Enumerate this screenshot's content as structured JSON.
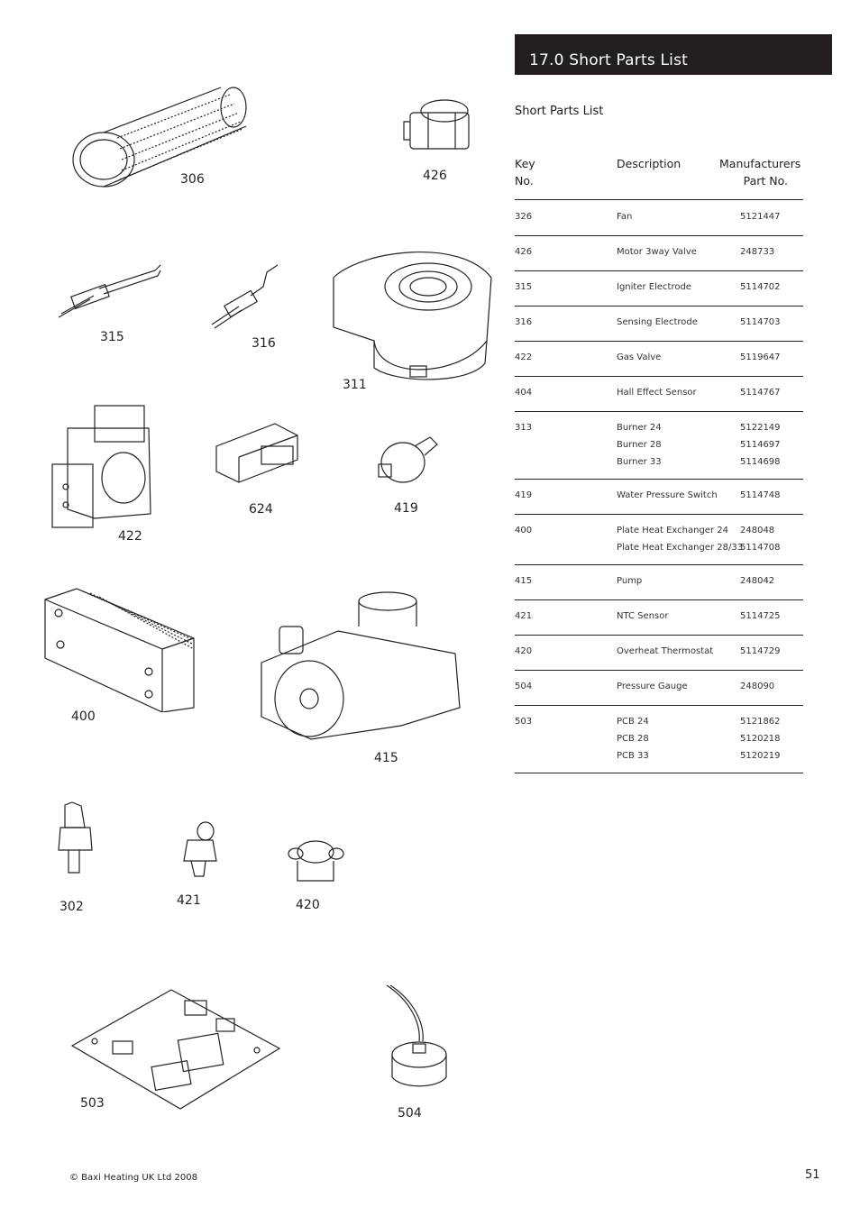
{
  "header": {
    "title": "17.0 Short Parts List"
  },
  "section": {
    "subtitle": "Short Parts List"
  },
  "table": {
    "headers": {
      "key_line1": "Key",
      "key_line2": "No.",
      "desc": "Description",
      "part_line1": "Manufacturers",
      "part_line2": "Part No."
    },
    "rows": [
      {
        "key": "326",
        "items": [
          {
            "desc": "Fan",
            "part": "5121447"
          }
        ]
      },
      {
        "key": "426",
        "items": [
          {
            "desc": "Motor 3way Valve",
            "part": "248733"
          }
        ]
      },
      {
        "key": "315",
        "items": [
          {
            "desc": "Igniter Electrode",
            "part": "5114702"
          }
        ]
      },
      {
        "key": "316",
        "items": [
          {
            "desc": "Sensing Electrode",
            "part": "5114703"
          }
        ]
      },
      {
        "key": "422",
        "items": [
          {
            "desc": "Gas Valve",
            "part": "5119647"
          }
        ]
      },
      {
        "key": "404",
        "items": [
          {
            "desc": "Hall Effect Sensor",
            "part": "5114767"
          }
        ]
      },
      {
        "key": "313",
        "items": [
          {
            "desc": "Burner 24",
            "part": "5122149"
          },
          {
            "desc": "Burner 28",
            "part": "5114697"
          },
          {
            "desc": "Burner 33",
            "part": "5114698"
          }
        ]
      },
      {
        "key": "419",
        "items": [
          {
            "desc": "Water Pressure Switch",
            "part": "5114748"
          }
        ]
      },
      {
        "key": "400",
        "items": [
          {
            "desc": "Plate Heat Exchanger 24",
            "part": "248048"
          },
          {
            "desc": "Plate Heat Exchanger 28/33",
            "part": "5114708"
          }
        ]
      },
      {
        "key": "415",
        "items": [
          {
            "desc": "Pump",
            "part": "248042"
          }
        ]
      },
      {
        "key": "421",
        "items": [
          {
            "desc": "NTC Sensor",
            "part": "5114725"
          }
        ]
      },
      {
        "key": "420",
        "items": [
          {
            "desc": "Overheat Thermostat",
            "part": "5114729"
          }
        ]
      },
      {
        "key": "504",
        "items": [
          {
            "desc": "Pressure Gauge",
            "part": "248090"
          }
        ]
      },
      {
        "key": "503",
        "items": [
          {
            "desc": "PCB 24",
            "part": "5121862"
          },
          {
            "desc": "PCB 28",
            "part": "5120218"
          },
          {
            "desc": "PCB 33",
            "part": "5120219"
          }
        ]
      }
    ]
  },
  "illustrations": {
    "l306": "306",
    "l426": "426",
    "l315": "315",
    "l316": "316",
    "l311": "311",
    "l422": "422",
    "l624": "624",
    "l419": "419",
    "l400": "400",
    "l415": "415",
    "l302": "302",
    "l421": "421",
    "l420": "420",
    "l503": "503",
    "l504": "504"
  },
  "footer": {
    "copyright": "© Baxi Heating UK Ltd 2008",
    "page": "51"
  }
}
